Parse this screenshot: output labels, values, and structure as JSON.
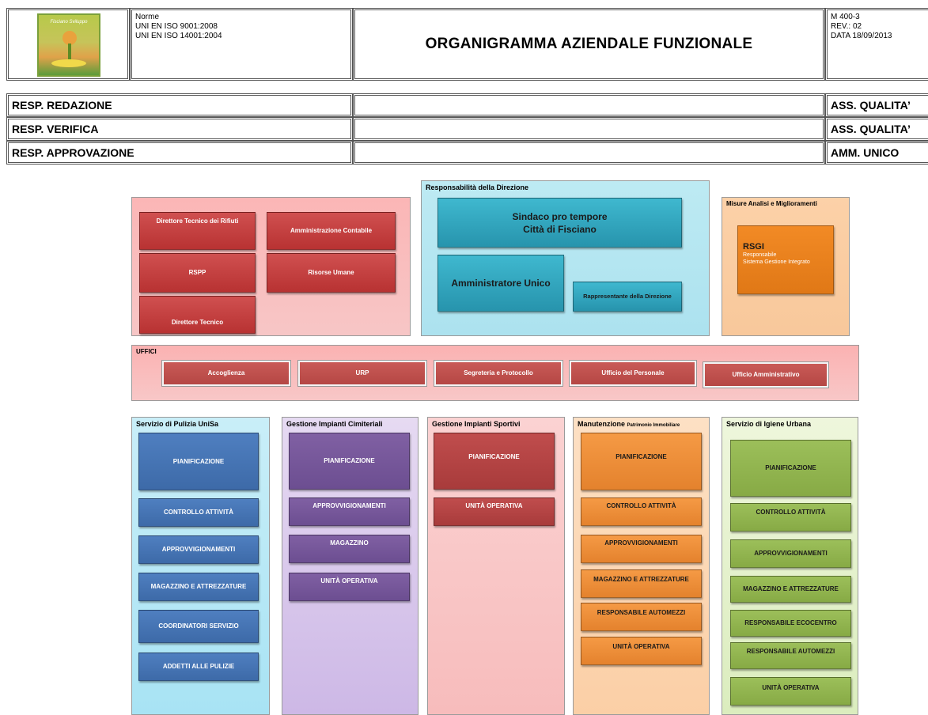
{
  "header": {
    "logo_text": "Fisciano Sviluppo",
    "norme": "Norme\nUNI EN ISO   9001:2008\nUNI EN ISO 14001:2004",
    "title": "ORGANIGRAMMA AZIENDALE FUNZIONALE",
    "doc_code": "M 400-3",
    "revision": "REV.: 02",
    "date": "DATA 18/09/2013"
  },
  "resp_rows": [
    {
      "label": "RESP. REDAZIONE",
      "middle": "",
      "right": "ASS. QUALITA’"
    },
    {
      "label": "RESP. VERIFICA",
      "middle": "",
      "right": "ASS. QUALITA’"
    },
    {
      "label": "RESP. APPROVAZIONE",
      "middle": "",
      "right": "AMM. UNICO"
    }
  ],
  "org": {
    "staff_boxes": [
      "Dirett​ore Tecnico dei Rifiuti",
      "Amministrazione Contabile",
      "RSPP",
      "Risorse Umane",
      "Direttore Tecnico"
    ],
    "direzione": {
      "title": "Responsabilità della Direzione",
      "sindaco": "Sindaco pro tempore\nCittà di Fisciano",
      "amministratore": "Amministratore Unico",
      "rappresentante": "Rappresentante della Direzione"
    },
    "misure": {
      "title": "Misure Analisi e Miglioramenti",
      "rsgi_title": "RSGI",
      "rsgi_sub1": "Responsabile",
      "rsgi_sub2": "Sistema Gestione  Integrato"
    },
    "uffici": {
      "title": "UFFICI",
      "items": [
        "Accoglienza",
        "URP",
        "Segreteria e Protocollo",
        "Ufficio del Personale",
        "Ufficio Amministrativo"
      ]
    },
    "services": [
      {
        "title": "Servizio di Pulizia UniSa",
        "title_small": "",
        "items": [
          "PIANIFICAZIONE",
          "CONTROLLO ATTIVITÀ",
          "APPROVVIGIONAMENTI",
          "MAGAZZINO E ATTREZZATURE",
          "COORDINATORI SERVIZIO",
          "ADDETTI ALLE PULIZIE"
        ]
      },
      {
        "title": "Gestione Impianti Cimiteriali",
        "title_small": "",
        "items": [
          "PIANIFICAZIONE",
          "APPROVVIGIONAMENTI",
          "MAGAZZINO",
          "UNITÀ OPERATIVA"
        ]
      },
      {
        "title": "Gestione Impianti Sportivi",
        "title_small": "",
        "items": [
          "PIANIFICAZIONE",
          "UNITÀ OPERATIVA"
        ]
      },
      {
        "title": "Manutenzione",
        "title_small": "Patrimonio Immobiliare",
        "items": [
          "PIANIFICAZIONE",
          "CONTROLLO ATTIVITÀ",
          "APPROVVIGIONAMENTI",
          "MAGAZZINO E ATTREZZATURE",
          "RESPONSABILE AUTOMEZZI",
          "UNITÀ OPERATIVA"
        ]
      },
      {
        "title": "Servizio di Igiene Urbana",
        "title_small": "",
        "items": [
          "PIANIFICAZIONE",
          "CONTROLLO ATTIVITÀ",
          "APPROVVIGIONAMENTI",
          "MAGAZZINO E ATTREZZATURE",
          "RESPONSABILE ECOCENTRO",
          "RESPONSABILE AUTOMEZZI",
          "UNITÀ OPERATIVA"
        ]
      }
    ]
  }
}
